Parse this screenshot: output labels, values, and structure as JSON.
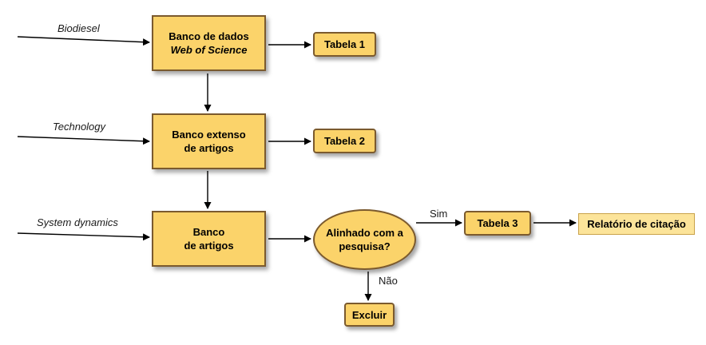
{
  "inputs": {
    "biodiesel": "Biodiesel",
    "technology": "Technology",
    "system_dynamics": "System dynamics"
  },
  "boxes": {
    "wos_line1": "Banco de dados",
    "wos_line2": "Web of Science",
    "extenso_line1": "Banco extenso",
    "extenso_line2": "de artigos",
    "banco_line1": "Banco",
    "banco_line2": "de artigos"
  },
  "tables": {
    "t1": "Tabela 1",
    "t2": "Tabela 2",
    "t3": "Tabela 3"
  },
  "decision": {
    "line1": "Alinhado com a",
    "line2": "pesquisa?"
  },
  "branches": {
    "yes": "Sim",
    "no": "Não"
  },
  "outputs": {
    "excluir": "Excluir",
    "relatorio": "Relatório de citação"
  },
  "colors": {
    "box_fill": "#fbd36a",
    "box_border": "#7b5a2e",
    "report_fill": "#fce49a",
    "arrow": "#000000"
  }
}
